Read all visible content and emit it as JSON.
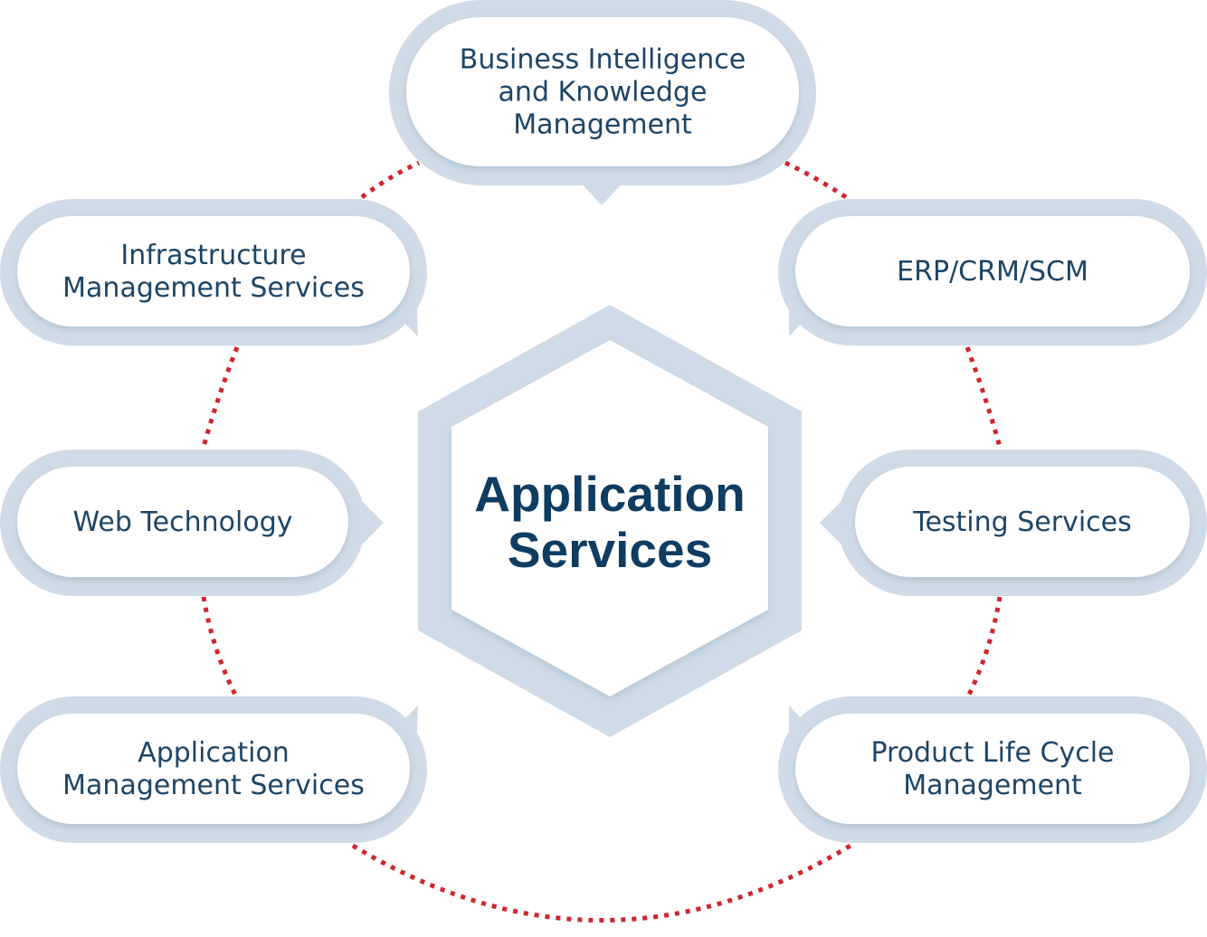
{
  "center": {
    "lines": [
      "Application",
      "Services"
    ]
  },
  "nodes": [
    {
      "id": "business-intelligence",
      "lines": [
        "Business Intelligence",
        "and Knowledge",
        "Management"
      ]
    },
    {
      "id": "infrastructure-management",
      "lines": [
        "Infrastructure",
        "Management Services"
      ]
    },
    {
      "id": "erp-crm-scm",
      "lines": [
        "ERP/CRM/SCM"
      ]
    },
    {
      "id": "web-technology",
      "lines": [
        "Web Technology"
      ]
    },
    {
      "id": "testing-services",
      "lines": [
        "Testing Services"
      ]
    },
    {
      "id": "application-management",
      "lines": [
        "Application",
        "Management Services"
      ]
    },
    {
      "id": "product-life-cycle",
      "lines": [
        "Product Life Cycle",
        "Management"
      ]
    }
  ],
  "colors": {
    "connector": "#d02530",
    "bubble_outer": "#cfdce7",
    "bubble_inner": "#ffffff",
    "text": "#1d4566",
    "center_text": "#0f3c61"
  }
}
